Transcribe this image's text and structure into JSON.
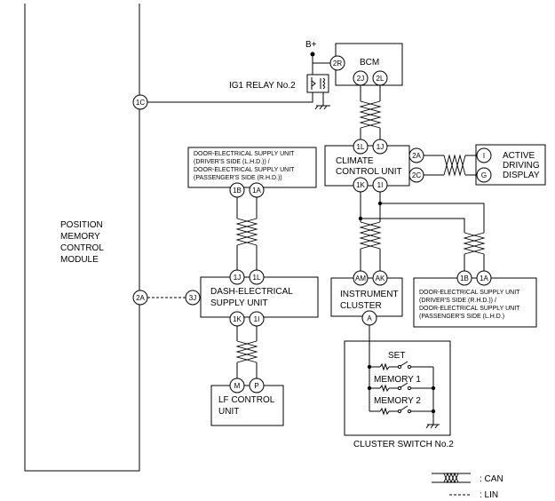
{
  "modules": {
    "pmcm": [
      "POSITION",
      "MEMORY",
      "CONTROL",
      "MODULE"
    ],
    "bcm": "BCM",
    "ig1_relay": "IG1 RELAY No.2",
    "battery": "B+",
    "climate": [
      "CLIMATE",
      "CONTROL UNIT"
    ],
    "active_display": [
      "ACTIVE",
      "DRIVING",
      "DISPLAY"
    ],
    "door_supply_left": [
      "DOOR-ELECTRICAL SUPPLY UNIT",
      "(DRIVER'S SIDE (L.H.D.)) /",
      "DOOR-ELECTRICAL SUPPLY UNIT",
      "(PASSENGER'S SIDE (R.H.D.))"
    ],
    "door_supply_right": [
      "DOOR-ELECTRICAL SUPPLY UNIT",
      "(DRIVER'S SIDE (R.H.D.)) /",
      "DOOR-ELECTRICAL SUPPLY UNIT",
      "(PASSENGER'S SIDE (L.H.D.)"
    ],
    "dash_supply": [
      "DASH-ELECTRICAL",
      "SUPPLY UNIT"
    ],
    "instrument": [
      "INSTRUMENT",
      "CLUSTER"
    ],
    "lf_control": [
      "LF CONTROL",
      "UNIT"
    ],
    "cluster_switch": "CLUSTER SWITCH No.2",
    "switches": [
      "SET",
      "MEMORY 1",
      "MEMORY 2"
    ]
  },
  "pins": {
    "pmcm_1c": "1C",
    "pmcm_2a": "2A",
    "relay_2r": "2R",
    "bcm_2j": "2J",
    "bcm_2l": "2L",
    "cl_1l": "1L",
    "cl_1j": "1J",
    "cl_2a": "2A",
    "cl_2c": "2C",
    "cl_1k": "1K",
    "cl_1i": "1I",
    "ad_i": "I",
    "ad_g": "G",
    "dl_1b": "1B",
    "dl_1a": "1A",
    "ds_1j": "1J",
    "ds_1l": "1L",
    "ds_3j": "3J",
    "ds_1k": "1K",
    "ds_1i": "1I",
    "lf_m": "M",
    "lf_p": "P",
    "ic_am": "AM",
    "ic_ak": "AK",
    "ic_a": "A",
    "dr_1b": "1B",
    "dr_1a": "1A"
  },
  "legend": {
    "can": ": CAN",
    "lin": ": LIN"
  }
}
